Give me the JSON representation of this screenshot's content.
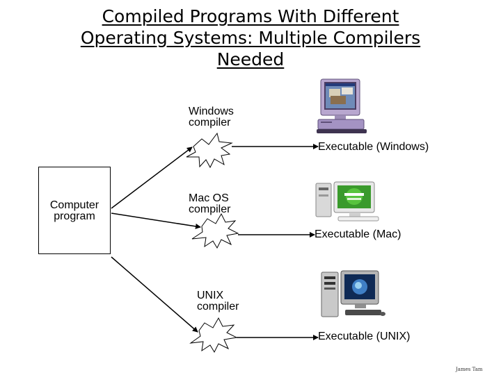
{
  "title": {
    "line1": "Compiled Programs With Different",
    "line2": "Operating Systems: Multiple Compilers",
    "line3": "Needed"
  },
  "program": {
    "line1": "Computer",
    "line2": "program"
  },
  "compilers": [
    {
      "line1": "Windows",
      "line2": "compiler",
      "output": "Executable (Windows)",
      "icon": "windows-pc-icon"
    },
    {
      "line1": "Mac OS",
      "line2": "compiler",
      "output": "Executable (Mac)",
      "icon": "mac-computer-icon"
    },
    {
      "line1": "UNIX",
      "line2": "compiler",
      "output": "Executable (UNIX)",
      "icon": "unix-workstation-icon"
    }
  ],
  "credit": "James Tam"
}
